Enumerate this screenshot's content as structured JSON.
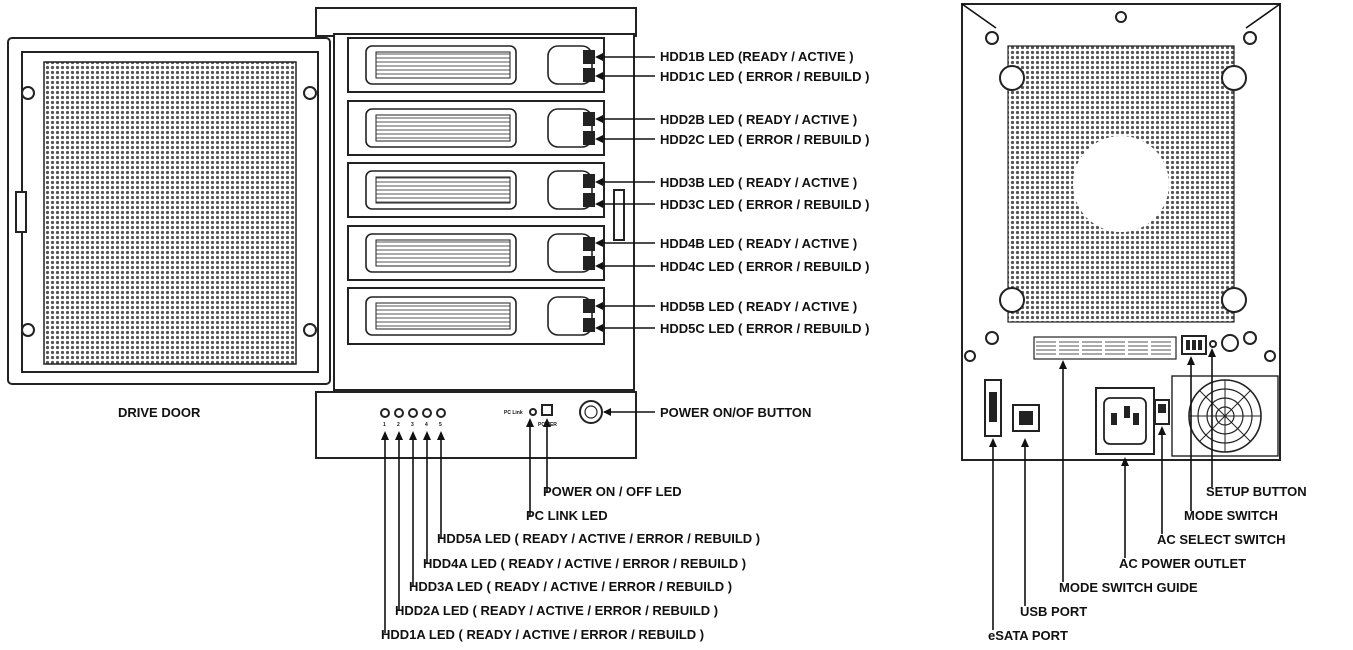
{
  "front": {
    "drive_door_label": "DRIVE DOOR",
    "power_button_label": "POWER ON/OF BUTTON",
    "bay_leds": [
      {
        "b": "HDD1B LED (READY / ACTIVE )",
        "c": "HDD1C LED ( ERROR / REBUILD )"
      },
      {
        "b": "HDD2B  LED ( READY / ACTIVE )",
        "c": "HDD2C  LED ( ERROR / REBUILD )"
      },
      {
        "b": "HDD3B  LED ( READY / ACTIVE )",
        "c": "HDD3C  LED ( ERROR / REBUILD )"
      },
      {
        "b": "HDD4B  LED ( READY / ACTIVE )",
        "c": "HDD4C  LED ( ERROR / REBUILD )"
      },
      {
        "b": "HDD5B  LED ( READY / ACTIVE )",
        "c": "HDD5C  LED ( ERROR / REBUILD )"
      }
    ],
    "panel_leds": [
      "HDD5A  LED ( READY / ACTIVE / ERROR / REBUILD )",
      "HDD4A  LED ( READY / ACTIVE / ERROR / REBUILD )",
      "HDD3A  LED ( READY / ACTIVE / ERROR / REBUILD )",
      "HDD2A  LED ( READY / ACTIVE / ERROR / REBUILD )",
      "HDD1A  LED ( READY / ACTIVE / ERROR / REBUILD )"
    ],
    "power_led_label": "POWER ON / OFF LED",
    "pc_link_led_label": "PC  LINK  LED",
    "panel_digits": [
      "1",
      "2",
      "3",
      "4",
      "5"
    ],
    "pc_link_mark": "PC Link",
    "power_mark": "POWER"
  },
  "rear": {
    "setup_button_label": "SETUP  BUTTON",
    "mode_switch_label": "MODE  SWITCH",
    "ac_select_switch_label": "AC  SELECT SWITCH",
    "ac_power_outlet_label": "AC  POWER  OUTLET",
    "mode_switch_guide_label": "MODE  SWITCH  GUIDE",
    "usb_port_label": "USB PORT",
    "esata_port_label": "eSATA PORT"
  }
}
